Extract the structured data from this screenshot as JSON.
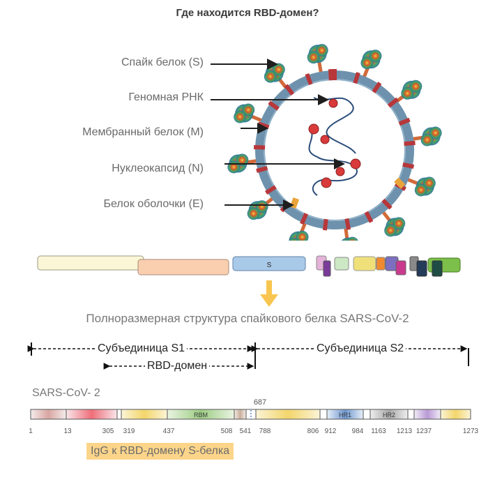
{
  "title": "Где находится RBD-домен?",
  "virion_labels": [
    "Спайк белок (S)",
    "Геномная РНК",
    "Мембранный белок (M)",
    "Нуклеокапсид (N)",
    "Белок оболочки (E)"
  ],
  "genome_segment_label": "S",
  "caption": "Полноразмерная структура спайкового белка SARS-CoV-2",
  "subunits": {
    "s1": "Субъединица S1",
    "s2": "Субъединица S2",
    "rbd": "RBD-домен"
  },
  "variant_label": "SARS-CoV- 2",
  "cleavage_site": "687",
  "domains": [
    {
      "label": "RBM",
      "from": 437,
      "to": 508
    },
    {
      "label": "HR1",
      "from": 912,
      "to": 984
    },
    {
      "label": "HR2",
      "from": 1163,
      "to": 1213
    }
  ],
  "residue_positions": [
    "1",
    "13",
    "305",
    "319",
    "437",
    "508",
    "541",
    "788",
    "806",
    "912",
    "984",
    "1163",
    "1213",
    "1237",
    "1273"
  ],
  "igg_label": "IgG к RBD-домену S-белка",
  "colors": {
    "arrow_down": "#f8c650",
    "igg_highlight": "#fcd58a",
    "s_segment": "#a9c9e8"
  }
}
